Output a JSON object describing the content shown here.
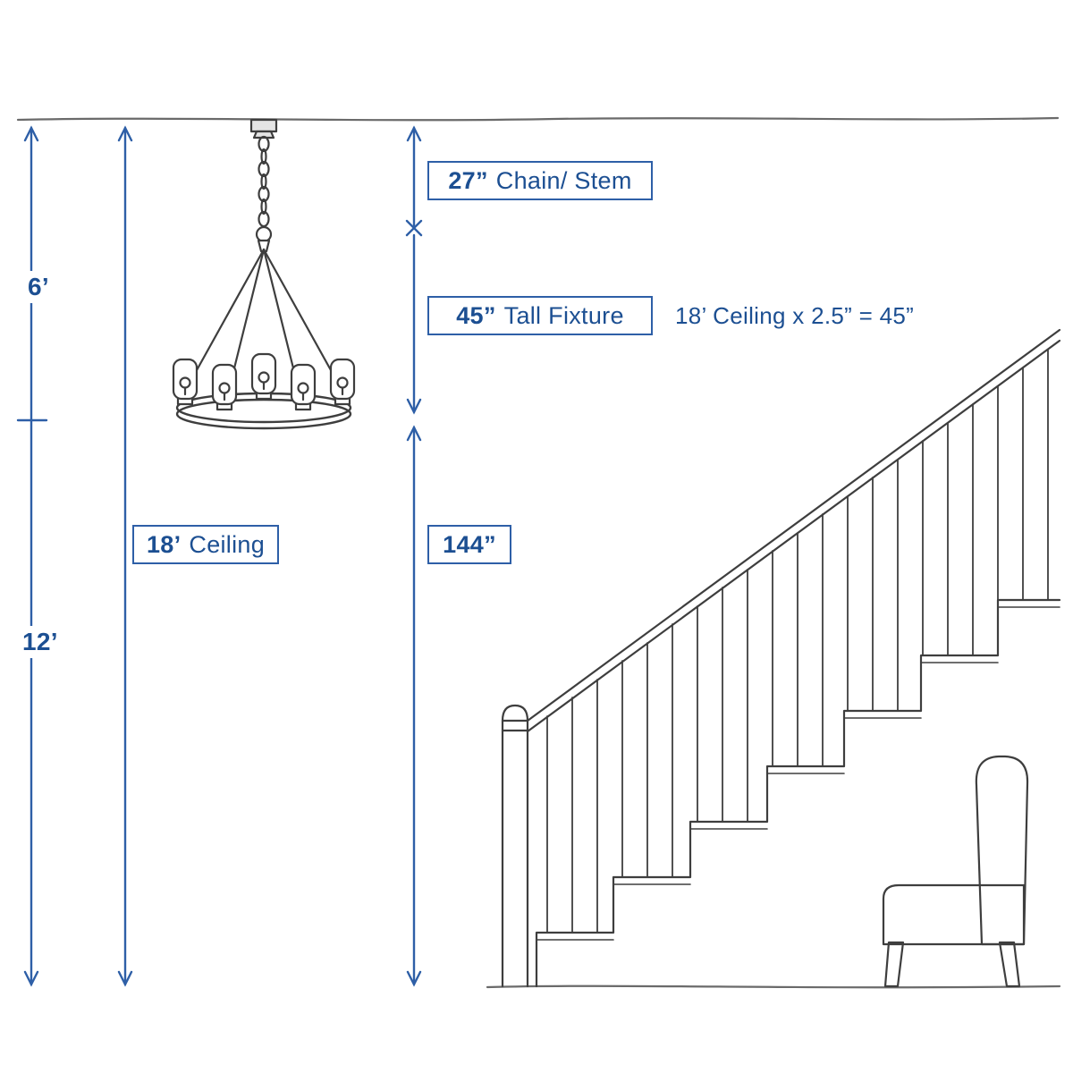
{
  "colors": {
    "dimension_blue": "#2e5fa7",
    "text_blue": "#1c4f92",
    "sketch_gray": "#3e3e3e",
    "sketch_light_gray": "#6a6a6a"
  },
  "labels": {
    "upper_left": "6’",
    "lower_left": "12’",
    "chain": {
      "value": "27”",
      "text": "Chain/ Stem"
    },
    "fixture": {
      "value": "45”",
      "text": "Tall Fixture"
    },
    "ceiling": {
      "value": "18’",
      "text": "Ceiling"
    },
    "floor_to_fixture": {
      "value": "144”"
    },
    "formula": "18’ Ceiling x 2.5” = 45”"
  }
}
